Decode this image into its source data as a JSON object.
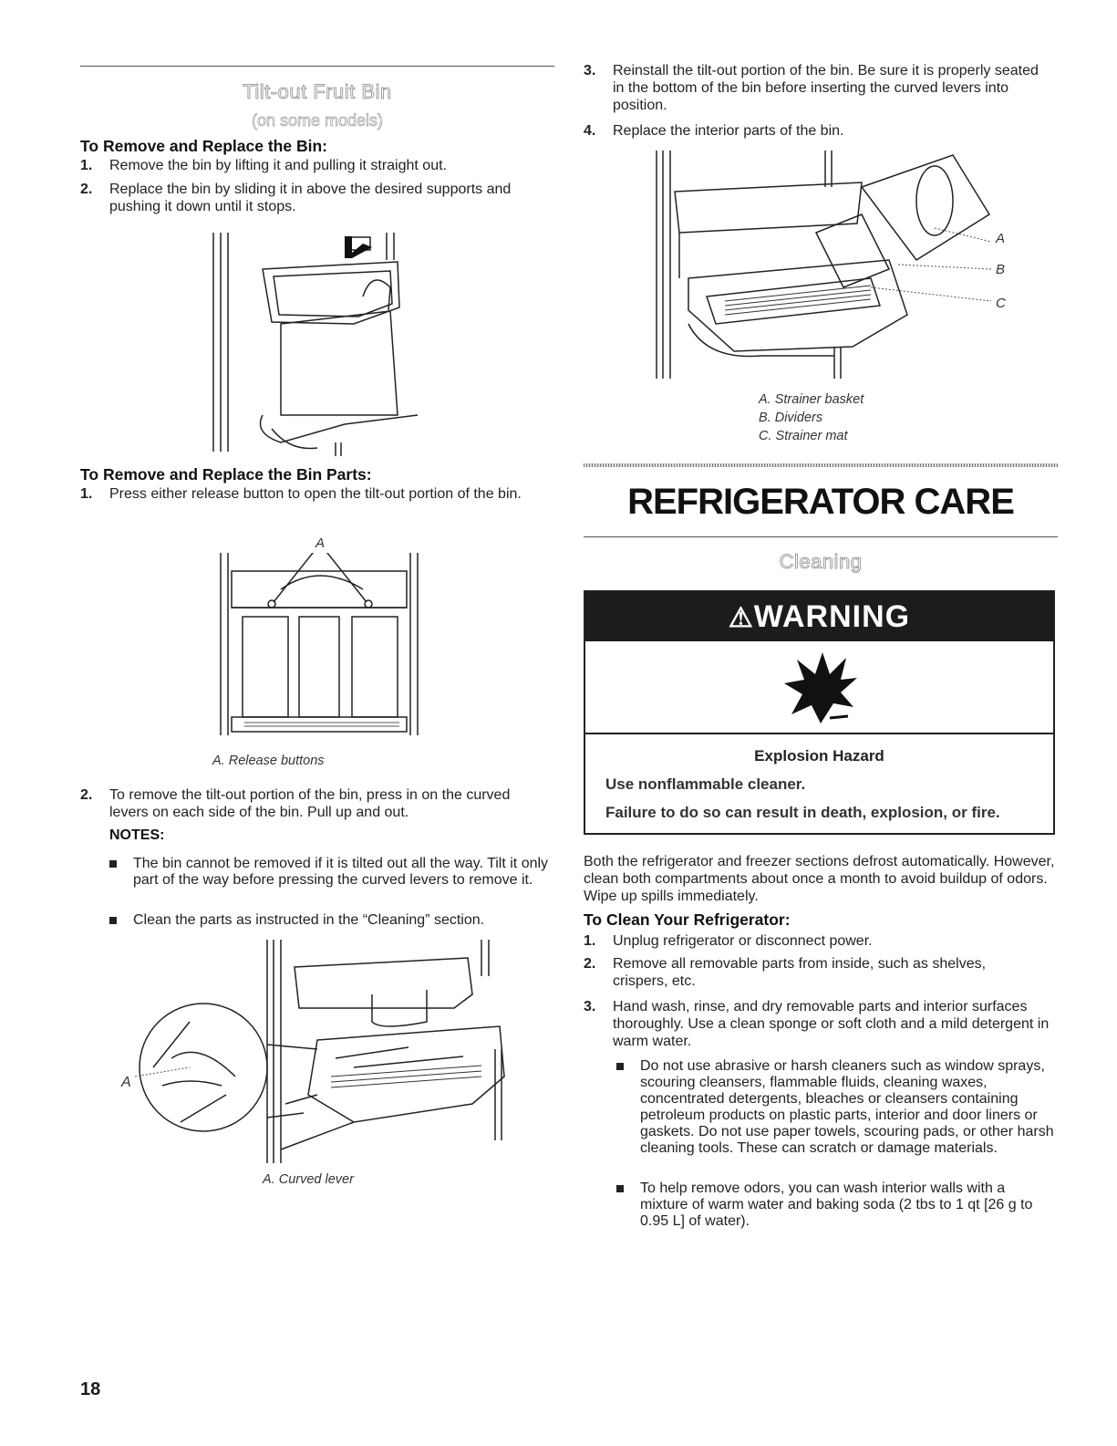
{
  "page_number": "18",
  "left": {
    "section_title": "Tilt-out Fruit Bin",
    "section_subtitle": "(on some models)",
    "remove_bin": {
      "heading": "To Remove and Replace the Bin:",
      "steps": [
        {
          "num": "1.",
          "text": "Remove the bin by lifting it and pulling it straight out."
        },
        {
          "num": "2.",
          "text": "Replace the bin by sliding it in above the desired supports and pushing it down until it stops."
        }
      ]
    },
    "remove_parts": {
      "heading": "To Remove and Replace the Bin Parts:",
      "steps": [
        {
          "num": "1.",
          "text": "Press either release button to open the tilt-out portion of the bin."
        },
        {
          "num": "2.",
          "text": "To remove the tilt-out portion of the bin, press in on the curved levers on each side of the bin. Pull up and out."
        }
      ],
      "fig1_label": "A",
      "fig1_caption": "A. Release buttons",
      "notes_heading": "NOTES:",
      "notes": [
        "The bin cannot be removed if it is tilted out all the way. Tilt it only part of the way before pressing the curved levers to remove it.",
        "Clean the parts as instructed in the “Cleaning” section."
      ],
      "fig2_label": "A",
      "fig2_caption": "A. Curved lever"
    }
  },
  "right": {
    "steps": [
      {
        "num": "3.",
        "text": "Reinstall the tilt-out portion of the bin. Be sure it is properly seated in the bottom of the bin before inserting the curved levers into position."
      },
      {
        "num": "4.",
        "text": "Replace the interior parts of the bin."
      }
    ],
    "fig_labels": [
      "A",
      "B",
      "C"
    ],
    "fig_captions": [
      "A. Strainer basket",
      "B. Dividers",
      "C. Strainer mat"
    ],
    "main_title": "REFRIGERATOR CARE",
    "cleaning_title": "Cleaning",
    "warning": {
      "header": "WARNING",
      "hazard": "Explosion Hazard",
      "line1": "Use nonflammable cleaner.",
      "line2": "Failure to do so can result in death, explosion, or fire."
    },
    "intro": "Both the refrigerator and freezer sections defrost automatically. However, clean both compartments about once a month to avoid buildup of odors. Wipe up spills immediately.",
    "clean_heading": "To Clean Your Refrigerator:",
    "clean_steps": [
      {
        "num": "1.",
        "text": "Unplug refrigerator or disconnect power."
      },
      {
        "num": "2.",
        "text": "Remove all removable parts from inside, such as shelves, crispers, etc."
      },
      {
        "num": "3.",
        "text": "Hand wash, rinse, and dry removable parts and interior surfaces thoroughly. Use a clean sponge or soft cloth and a mild detergent in warm water."
      }
    ],
    "clean_bullets": [
      "Do not use abrasive or harsh cleaners such as window sprays, scouring cleansers, flammable fluids, cleaning waxes, concentrated detergents, bleaches or cleansers containing petroleum products on plastic parts, interior and door liners or gaskets. Do not use paper towels, scouring pads, or other harsh cleaning tools. These can scratch or damage materials.",
      "To help remove odors, you can wash interior walls with a mixture of warm water and baking soda (2 tbs to 1 qt [26 g to 0.95 L] of water)."
    ]
  }
}
